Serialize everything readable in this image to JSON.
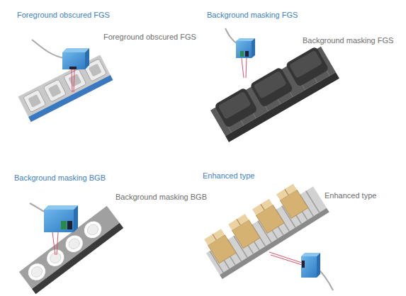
{
  "diagram": {
    "labels": [
      "Foreground obscured FGS",
      "Foreground obscured FGS",
      "Background masking FGS",
      "Background masking FGS",
      "Background masking BGB",
      "Background masking BGB",
      "Enhanced type",
      "Enhanced type"
    ]
  }
}
